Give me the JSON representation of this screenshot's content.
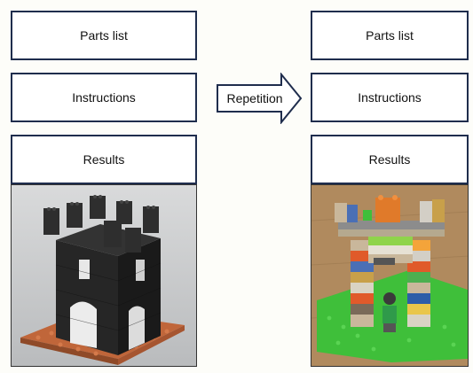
{
  "left_column": {
    "parts_list": "Parts list",
    "instructions": "Instructions",
    "results": "Results"
  },
  "arrow": {
    "label": "Repetition"
  },
  "right_column": {
    "parts_list": "Parts list",
    "instructions": "Instructions",
    "results": "Results"
  },
  "colors": {
    "box_border": "#1f2d4d",
    "black_tower": "#2a2a2a",
    "orange_base": "#c0663a",
    "green_base": "#3fbf3a"
  }
}
